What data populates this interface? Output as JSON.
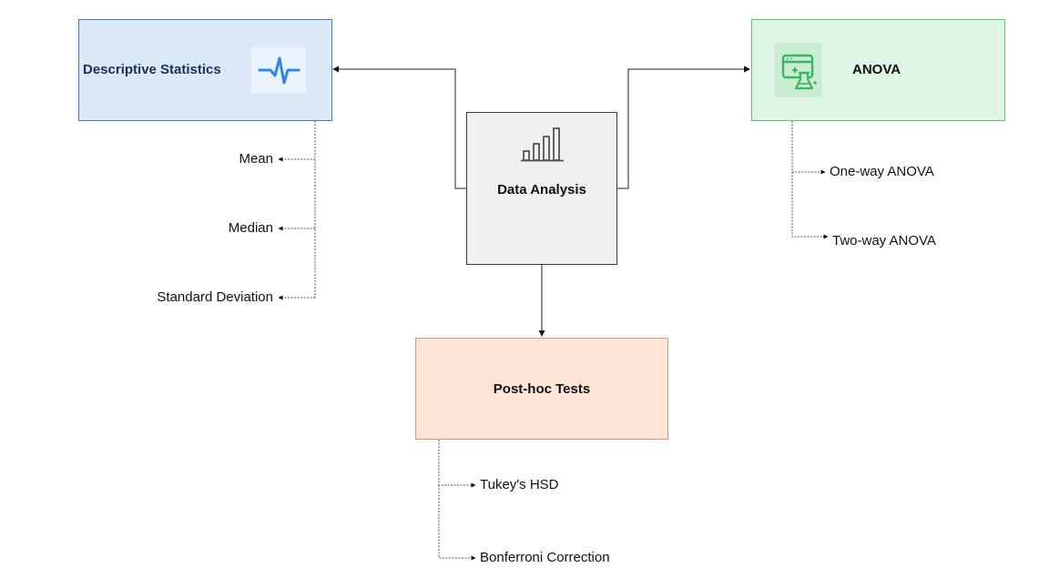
{
  "center": {
    "title": "Data Analysis",
    "icon": "bar-chart-icon"
  },
  "descriptive": {
    "title": "Descriptive Statistics",
    "icon": "pulse-icon",
    "items": [
      "Mean",
      "Median",
      "Standard Deviation"
    ],
    "fill": "#dbe9f7",
    "border": "#4c78b8",
    "title_color": "#1f2f5c"
  },
  "anova": {
    "title": "ANOVA",
    "icon": "browser-flask-icon",
    "items": [
      "One-way ANOVA",
      "Two-way ANOVA"
    ],
    "fill": "#dff5e6",
    "border": "#5cc27d"
  },
  "posthoc": {
    "title": "Post-hoc Tests",
    "items": [
      "Tukey's HSD",
      "Bonferroni Correction"
    ],
    "fill": "#fce4d6",
    "border": "#d89a78"
  }
}
